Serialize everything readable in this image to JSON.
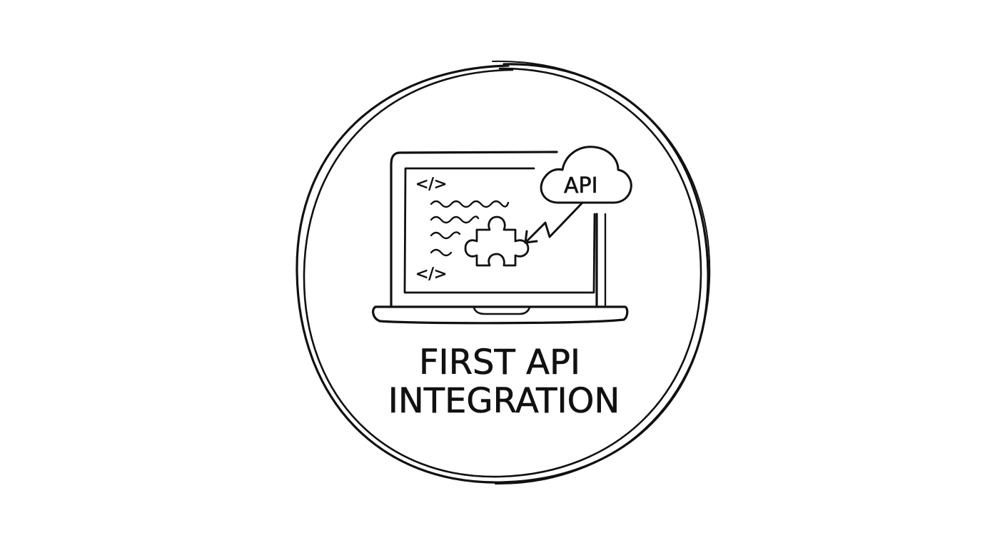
{
  "badge": {
    "title_line1": "FIRST API",
    "title_line2": "INTEGRATION"
  },
  "illustration": {
    "cloud_label": "API",
    "code_open_tag": "</>",
    "code_close_tag": "</>"
  },
  "colors": {
    "ink": "#111111",
    "background": "#ffffff"
  },
  "icons": [
    "laptop-icon",
    "cloud-icon",
    "puzzle-piece-icon",
    "lightning-arrow-icon",
    "code-tag-icon"
  ]
}
